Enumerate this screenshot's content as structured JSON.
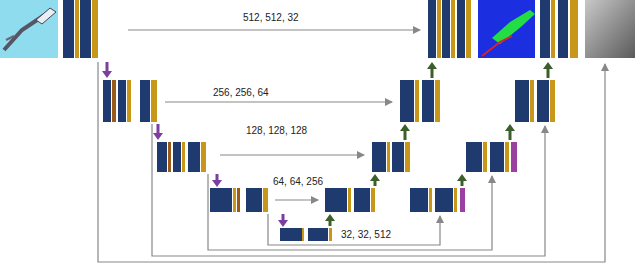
{
  "diagram": {
    "labels": [
      "512, 512, 32",
      "256, 256, 64",
      "128, 128, 128",
      "64, 64, 256",
      "32, 32, 512"
    ]
  }
}
